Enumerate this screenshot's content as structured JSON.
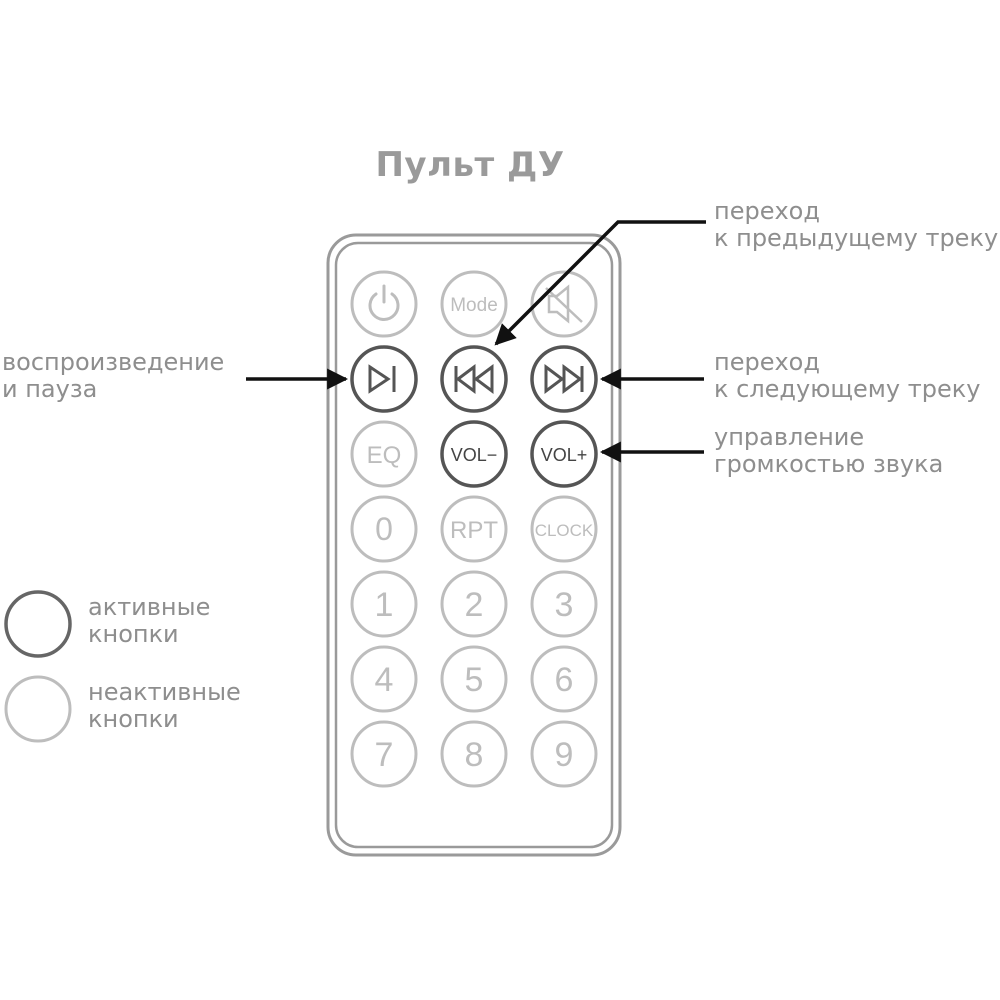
{
  "title": "Пульт ДУ",
  "callouts": {
    "prev_track": [
      "переход",
      "к предыдущему треку"
    ],
    "play_pause": [
      "воспроизведение",
      "и пауза"
    ],
    "next_track": [
      "переход",
      "к следующему треку"
    ],
    "volume": [
      "управление",
      "громкостью звука"
    ]
  },
  "legend": {
    "active": [
      "активные",
      "кнопки"
    ],
    "inactive": [
      "неактивные",
      "кнопки"
    ]
  },
  "buttons": {
    "power": "power-icon",
    "mode": "Mode",
    "mute": "mute-icon",
    "play_pause": "play-pause-icon",
    "prev": "previous-track-icon",
    "next": "next-track-icon",
    "eq": "EQ",
    "vol_minus": "VOL−",
    "vol_plus": "VOL+",
    "zero": "0",
    "rpt": "RPT",
    "clock": "CLOCK",
    "one": "1",
    "two": "2",
    "three": "3",
    "four": "4",
    "five": "5",
    "six": "6",
    "seven": "7",
    "eight": "8",
    "nine": "9"
  },
  "colors": {
    "active": "#555555",
    "inactive": "#bdbdbd",
    "arrow": "#111111",
    "text": "#8e8e8e"
  }
}
